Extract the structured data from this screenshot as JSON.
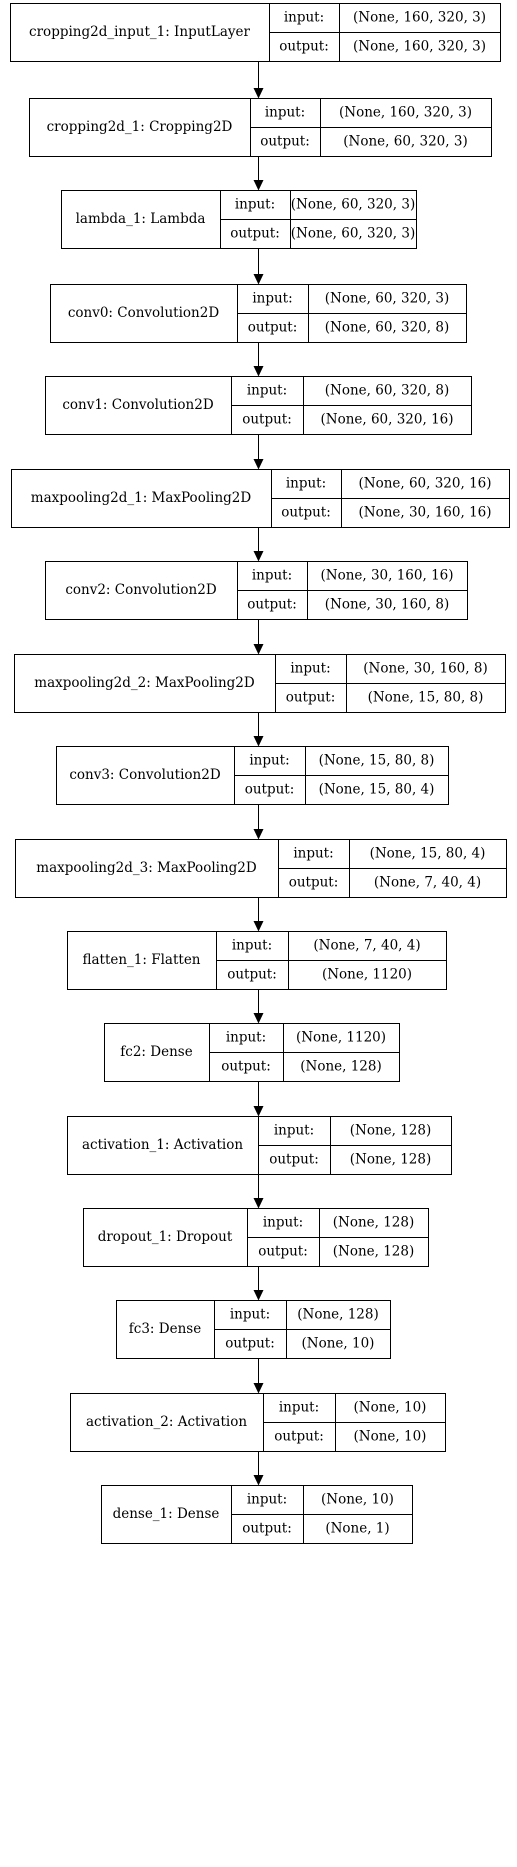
{
  "diagram": {
    "port_labels": {
      "input": "input:",
      "output": "output:"
    },
    "nodes": [
      {
        "name": "cropping2d_input_1: InputLayer",
        "input": "(None, 160, 320, 3)",
        "output": "(None, 160, 320, 3)"
      },
      {
        "name": "cropping2d_1: Cropping2D",
        "input": "(None, 160, 320, 3)",
        "output": "(None, 60, 320, 3)"
      },
      {
        "name": "lambda_1: Lambda",
        "input": "(None, 60, 320, 3)",
        "output": "(None, 60, 320, 3)"
      },
      {
        "name": "conv0: Convolution2D",
        "input": "(None, 60, 320, 3)",
        "output": "(None, 60, 320, 8)"
      },
      {
        "name": "conv1: Convolution2D",
        "input": "(None, 60, 320, 8)",
        "output": "(None, 60, 320, 16)"
      },
      {
        "name": "maxpooling2d_1: MaxPooling2D",
        "input": "(None, 60, 320, 16)",
        "output": "(None, 30, 160, 16)"
      },
      {
        "name": "conv2: Convolution2D",
        "input": "(None, 30, 160, 16)",
        "output": "(None, 30, 160, 8)"
      },
      {
        "name": "maxpooling2d_2: MaxPooling2D",
        "input": "(None, 30, 160, 8)",
        "output": "(None, 15, 80, 8)"
      },
      {
        "name": "conv3: Convolution2D",
        "input": "(None, 15, 80, 8)",
        "output": "(None, 15, 80, 4)"
      },
      {
        "name": "maxpooling2d_3: MaxPooling2D",
        "input": "(None, 15, 80, 4)",
        "output": "(None, 7, 40, 4)"
      },
      {
        "name": "flatten_1: Flatten",
        "input": "(None, 7, 40, 4)",
        "output": "(None, 1120)"
      },
      {
        "name": "fc2: Dense",
        "input": "(None, 1120)",
        "output": "(None, 128)"
      },
      {
        "name": "activation_1: Activation",
        "input": "(None, 128)",
        "output": "(None, 128)"
      },
      {
        "name": "dropout_1: Dropout",
        "input": "(None, 128)",
        "output": "(None, 128)"
      },
      {
        "name": "fc3: Dense",
        "input": "(None, 128)",
        "output": "(None, 10)"
      },
      {
        "name": "activation_2: Activation",
        "input": "(None, 10)",
        "output": "(None, 10)"
      },
      {
        "name": "dense_1: Dense",
        "input": "(None, 10)",
        "output": "(None, 1)"
      }
    ]
  }
}
